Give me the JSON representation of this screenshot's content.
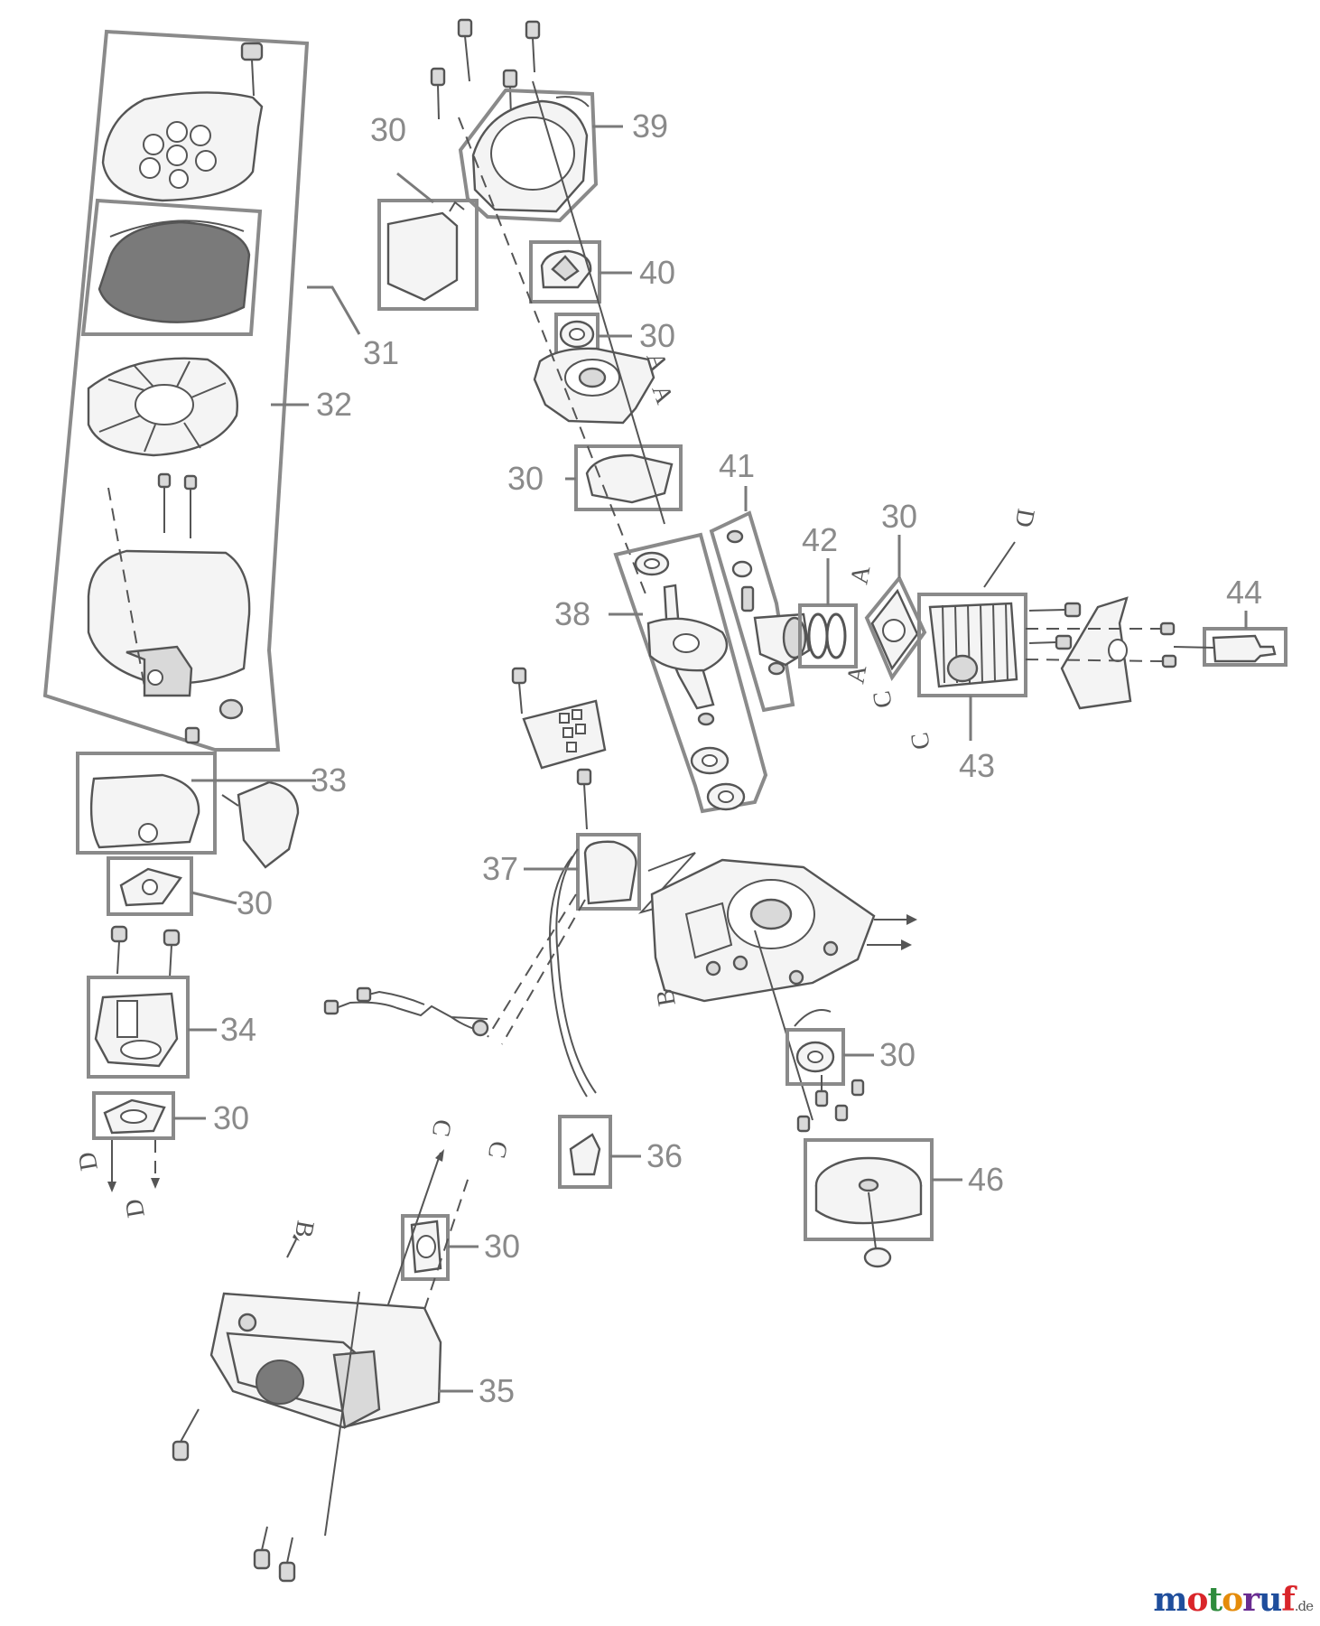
{
  "part_labels": {
    "p30a": "30",
    "p31": "31",
    "p32": "32",
    "p33": "33",
    "p30b": "30",
    "p34": "34",
    "p30c": "30",
    "p30d": "30",
    "p30e": "30",
    "p30f": "30",
    "p30g": "30",
    "p30h": "30",
    "p35": "35",
    "p36": "36",
    "p37": "37",
    "p38": "38",
    "p39": "39",
    "p40": "40",
    "p41": "41",
    "p42": "42",
    "p43": "43",
    "p44": "44",
    "p46": "46"
  },
  "connection_markers": {
    "a1": "A",
    "a2": "A",
    "a3": "A",
    "a4": "A",
    "b1": "B",
    "b2": "B",
    "c1": "C",
    "c2": "C",
    "c3": "C",
    "c4": "C",
    "d1": "D",
    "d2": "D",
    "d3": "D"
  },
  "watermark": {
    "name": "motoruf",
    "tld": ".de"
  },
  "colors": {
    "frame": "#8a8a8a",
    "label": "#8a8a8a",
    "ink": "#555555",
    "brand_letters": [
      "#1f4e9c",
      "#d9252a",
      "#2e8b3d",
      "#e58c0b",
      "#6a2c91",
      "#1f4e9c",
      "#d9252a"
    ]
  }
}
